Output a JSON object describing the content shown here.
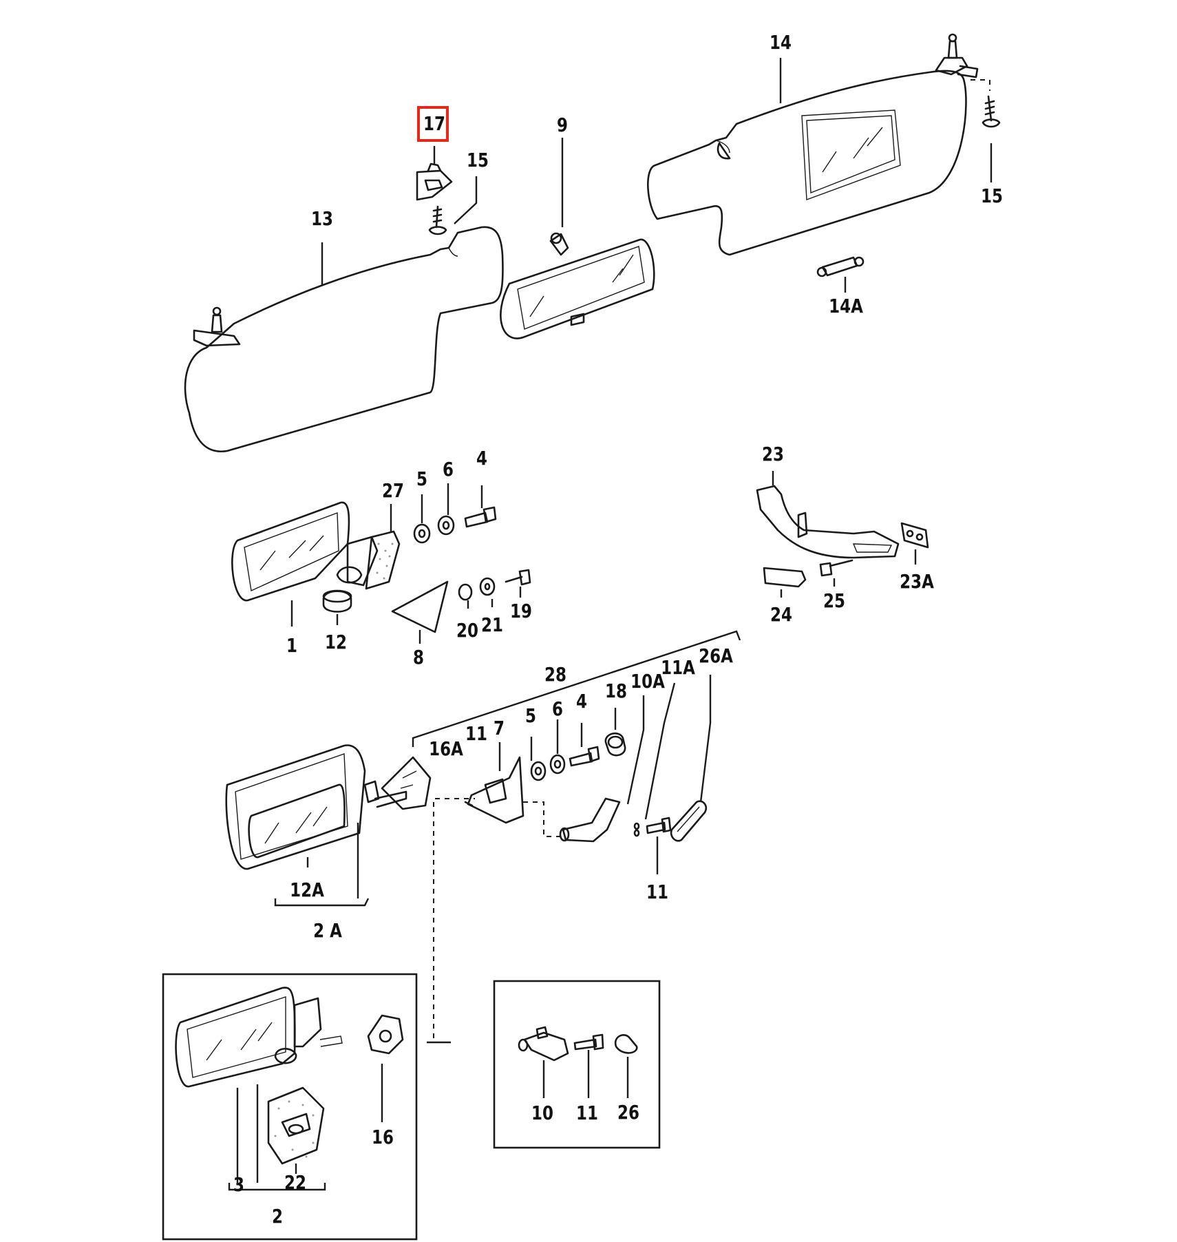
{
  "diagram": {
    "highlighted_label": "17",
    "highlight_color": "#e8261a",
    "labels": {
      "l14": "14",
      "l17": "17",
      "l15a": "15",
      "l9": "9",
      "l15b": "15",
      "l13": "13",
      "l14A": "14A",
      "l23": "23",
      "l4a": "4",
      "l5a": "5",
      "l6a": "6",
      "l27": "27",
      "l23A": "23A",
      "l25": "25",
      "l24": "24",
      "l19": "19",
      "l21": "21",
      "l20": "20",
      "l8": "8",
      "l1": "1",
      "l12": "12",
      "l28": "28",
      "l26A": "26A",
      "l11A": "11A",
      "l10A": "10A",
      "l18": "18",
      "l4b": "4",
      "l6b": "6",
      "l5b": "5",
      "l7": "7",
      "l11a": "11",
      "l16A": "16A",
      "l11b": "11",
      "l12A": "12A",
      "l2A": "2 A",
      "l16": "16",
      "l10": "10",
      "l11c": "11",
      "l26": "26",
      "l3": "3",
      "l22": "22",
      "l2": "2"
    }
  }
}
